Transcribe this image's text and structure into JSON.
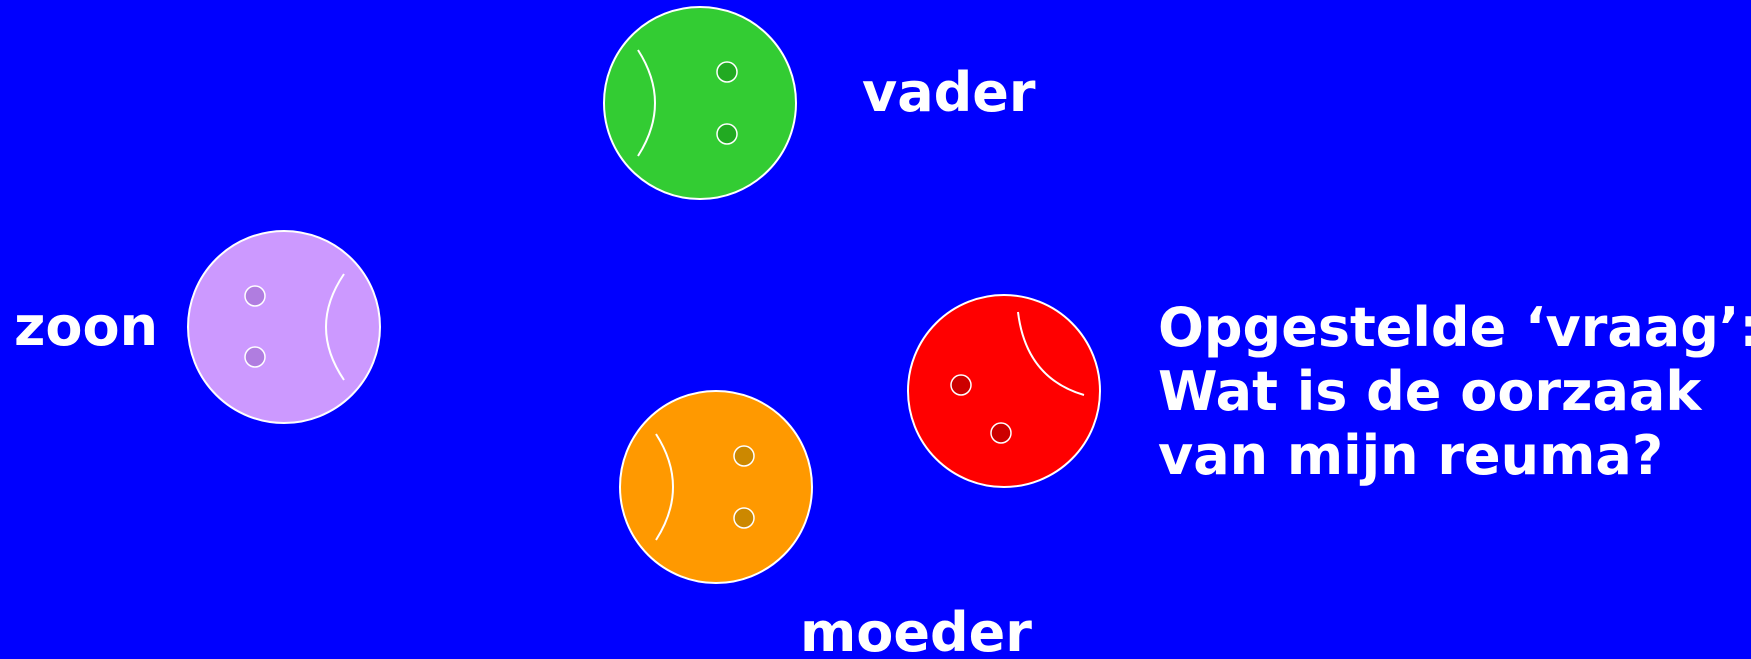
{
  "faces": [
    {
      "id": "vader",
      "label": "vader",
      "fill": "#33cc33",
      "eye": "#22aa22",
      "mood": "sad"
    },
    {
      "id": "zoon",
      "label": "zoon",
      "fill": "#cc99ff",
      "eye": "#b07de0",
      "mood": "sad"
    },
    {
      "id": "patient",
      "label": "",
      "fill": "#ff0000",
      "eye": "#cc0000",
      "mood": "sad"
    },
    {
      "id": "moeder",
      "label": "moeder",
      "fill": "#ff9900",
      "eye": "#cc8800",
      "mood": "sad"
    }
  ],
  "question": {
    "line1": "Opgestelde ‘vraag’:",
    "line2": "Wat is de oorzaak",
    "line3": "van mijn reuma?"
  },
  "colors": {
    "background": "#0000ff",
    "text": "#ffffff",
    "outline": "#ffffff"
  }
}
